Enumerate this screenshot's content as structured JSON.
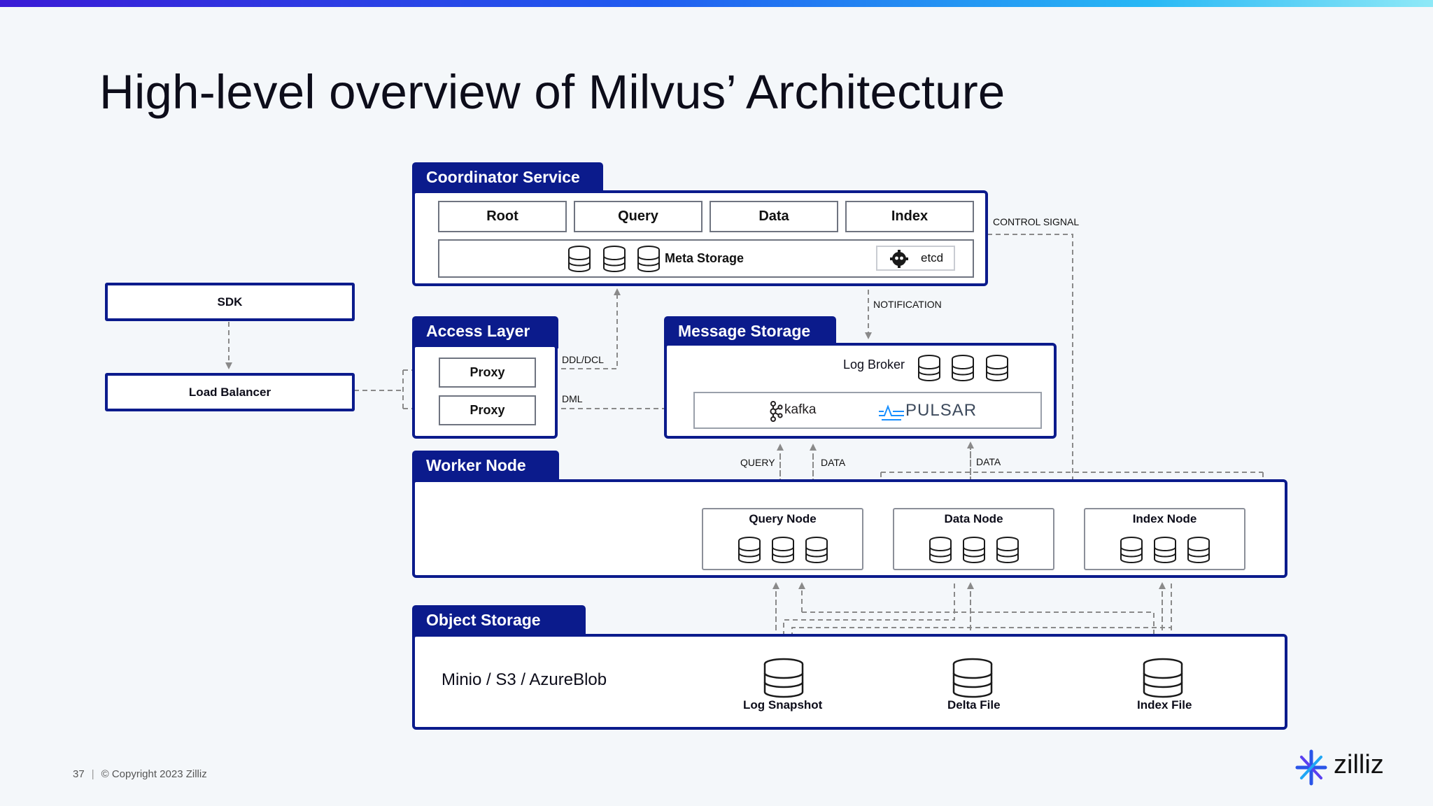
{
  "slide": {
    "title": "High-level overview of Milvus’ Architecture",
    "page_number": "37",
    "copyright": "© Copyright  2023  Zilliz",
    "brand": "zilliz"
  },
  "client": {
    "sdk": "SDK",
    "load_balancer": "Load Balancer"
  },
  "coordinator": {
    "title": "Coordinator Service",
    "root": "Root",
    "query": "Query",
    "data": "Data",
    "index": "Index",
    "meta_storage": "Meta Storage",
    "etcd": "etcd"
  },
  "access_layer": {
    "title": "Access Layer",
    "proxy1": "Proxy",
    "proxy2": "Proxy"
  },
  "message_storage": {
    "title": "Message Storage",
    "log_broker": "Log Broker",
    "kafka": "kafka",
    "pulsar": "PULSAR"
  },
  "worker": {
    "title": "Worker Node",
    "query_node": "Query Node",
    "data_node": "Data Node",
    "index_node": "Index Node"
  },
  "object_storage": {
    "title": "Object Storage",
    "backends": "Minio / S3 / AzureBlob",
    "log_snapshot": "Log Snapshot",
    "delta_file": "Delta File",
    "index_file": "Index File"
  },
  "edges": {
    "control_signal": "CONTROL SIGNAL",
    "notification": "NOTIFICATION",
    "ddl_dcl": "DDL/DCL",
    "dml": "DML",
    "query": "QUERY",
    "data1": "DATA",
    "data2": "DATA"
  },
  "colors": {
    "brand_navy": "#0b1b8c",
    "connector_gray": "#8a8a8a",
    "kafka": "#231f20",
    "pulsar": "#188fff"
  }
}
